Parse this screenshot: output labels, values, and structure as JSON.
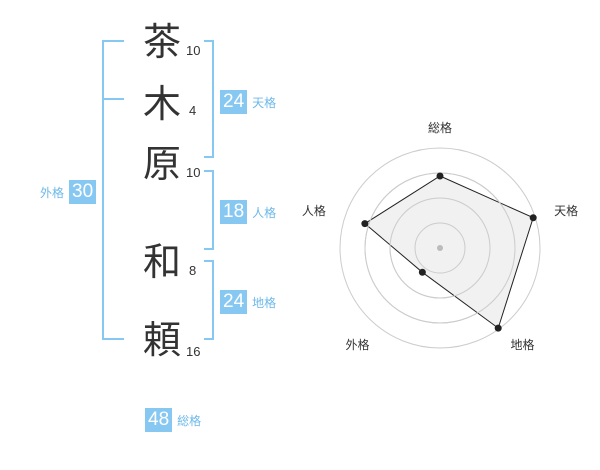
{
  "name_chars": [
    {
      "char": "茶",
      "strokes": "10"
    },
    {
      "char": "木",
      "strokes": "4"
    },
    {
      "char": "原",
      "strokes": "10"
    },
    {
      "char": "和",
      "strokes": "8"
    },
    {
      "char": "頼",
      "strokes": "16"
    }
  ],
  "fortunes": {
    "tenkaku": {
      "value": "24",
      "label": "天格"
    },
    "jinkaku": {
      "value": "18",
      "label": "人格"
    },
    "chikaku": {
      "value": "24",
      "label": "地格"
    },
    "gaikaku": {
      "value": "30",
      "label": "外格"
    },
    "soukaku": {
      "value": "48",
      "label": "総格"
    }
  },
  "chart_data": {
    "type": "radar",
    "axes": [
      "総格",
      "天格",
      "地格",
      "外格",
      "人格"
    ],
    "values": [
      0.72,
      0.98,
      0.99,
      0.3,
      0.79
    ],
    "max": 1,
    "rings": 4,
    "colors": {
      "line": "#222222",
      "fill": "#eeeeee",
      "ring": "#cccccc",
      "center": "#bbbbbb"
    }
  }
}
